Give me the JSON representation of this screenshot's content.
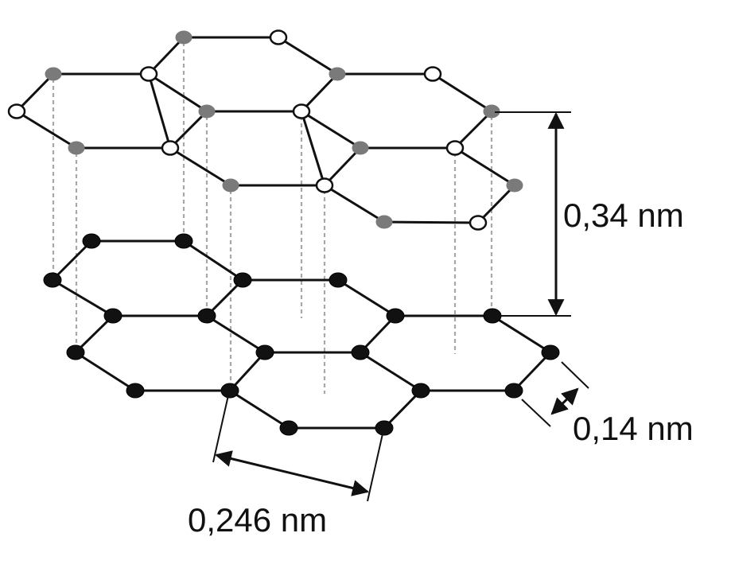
{
  "labels": {
    "interlayer_spacing": "0,34 nm",
    "bond_length": "0,14 nm",
    "lattice_constant": "0,246 nm"
  },
  "colors": {
    "bond": "#111111",
    "bottom_atom": "#111111",
    "top_atom_gray": "#7a7a7a",
    "top_atom_white": "#ffffff",
    "projection_line": "#a8a8a8",
    "dimension_line": "#111111"
  }
}
